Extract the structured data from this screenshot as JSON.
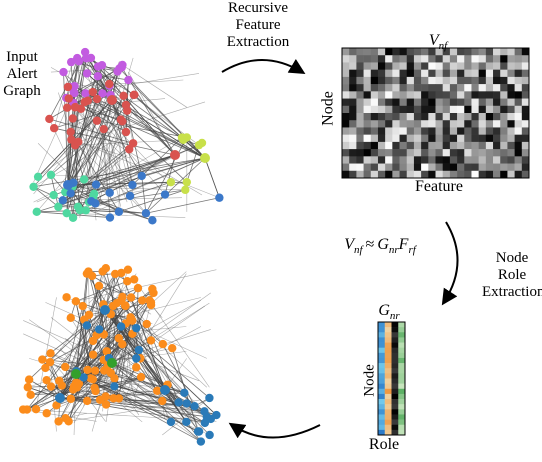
{
  "labels": {
    "input_graph": [
      "Input",
      "Alert",
      "Graph"
    ],
    "recursive_feature_extraction": [
      "Recursive",
      "Feature",
      "Extraction"
    ],
    "node_role_extraction": [
      "Node",
      "Role",
      "Extraction"
    ],
    "feature_axis": "Feature",
    "node_axis_matrix": "Node",
    "node_axis_roles": "Node",
    "role_axis": "Role"
  },
  "math": {
    "v": "V",
    "v_sub": "nf",
    "g": "G",
    "g_sub": "nr",
    "f": "F",
    "f_sub": "rf",
    "approx": "≈"
  },
  "colors": {
    "purple": "#c25be0",
    "red": "#d9534f",
    "teal": "#4fd8a0",
    "lime": "#c8e04a",
    "blue": "#3b78c9",
    "orange": "#fb8c1c",
    "green": "#33a02c",
    "steel_blue": "#2a7ab8",
    "edge": "#4a4a4a"
  }
}
